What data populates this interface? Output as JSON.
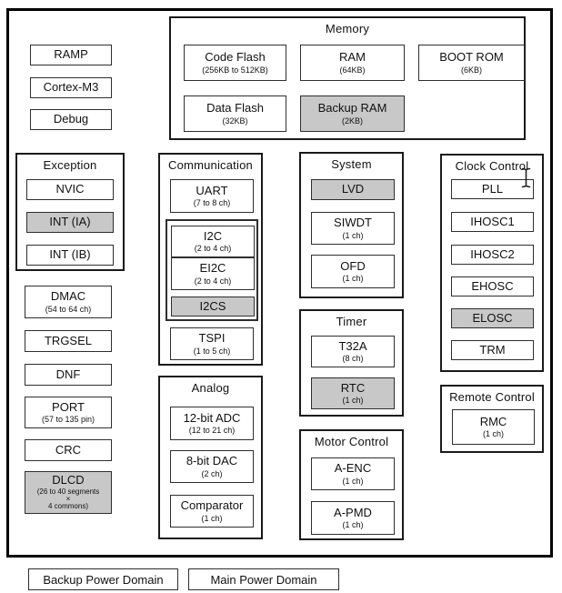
{
  "colors": {
    "shaded_fill": "#c8c8c8",
    "border": "#000000",
    "box_bg": "#ffffff"
  },
  "cpu": {
    "ramp": "RAMP",
    "cortex": "Cortex-M3",
    "debug": "Debug"
  },
  "memory": {
    "title": "Memory",
    "code_flash": {
      "label": "Code Flash",
      "sub": "(256KB to 512KB)"
    },
    "ram": {
      "label": "RAM",
      "sub": "(64KB)"
    },
    "boot_rom": {
      "label": "BOOT ROM",
      "sub": "(6KB)"
    },
    "data_flash": {
      "label": "Data Flash",
      "sub": "(32KB)"
    },
    "backup_ram": {
      "label": "Backup RAM",
      "sub": "(2KB)"
    }
  },
  "exception": {
    "title": "Exception",
    "nvic": {
      "label": "NVIC"
    },
    "int_ia": {
      "label": "INT (IA)"
    },
    "int_ib": {
      "label": "INT (IB)"
    }
  },
  "left_stack": {
    "dmac": {
      "label": "DMAC",
      "sub": "(54 to 64 ch)"
    },
    "trgsel": {
      "label": "TRGSEL"
    },
    "dnf": {
      "label": "DNF"
    },
    "port": {
      "label": "PORT",
      "sub": "(57 to 135 pin)"
    },
    "crc": {
      "label": "CRC"
    },
    "dlcd": {
      "label": "DLCD",
      "sub": "(26 to 40 segments\n×\n4 commons)"
    }
  },
  "communication": {
    "title": "Communication",
    "uart": {
      "label": "UART",
      "sub": "(7 to 8 ch)"
    },
    "i2c": {
      "label": "I2C",
      "sub": "(2 to 4 ch)"
    },
    "ei2c": {
      "label": "EI2C",
      "sub": "(2 to 4 ch)"
    },
    "i2cs": {
      "label": "I2CS"
    },
    "tspi": {
      "label": "TSPI",
      "sub": "(1 to 5 ch)"
    }
  },
  "analog": {
    "title": "Analog",
    "adc": {
      "label": "12-bit ADC",
      "sub": "(12 to 21 ch)"
    },
    "dac": {
      "label": "8-bit DAC",
      "sub": "(2 ch)"
    },
    "comparator": {
      "label": "Comparator",
      "sub": "(1 ch)"
    }
  },
  "system": {
    "title": "System",
    "lvd": {
      "label": "LVD"
    },
    "siwdt": {
      "label": "SIWDT",
      "sub": "(1 ch)"
    },
    "ofd": {
      "label": "OFD",
      "sub": "(1 ch)"
    }
  },
  "timer": {
    "title": "Timer",
    "t32a": {
      "label": "T32A",
      "sub": "(8 ch)"
    },
    "rtc": {
      "label": "RTC",
      "sub": "(1 ch)"
    }
  },
  "motor_control": {
    "title": "Motor Control",
    "a_enc": {
      "label": "A-ENC",
      "sub": "(1 ch)"
    },
    "a_pmd": {
      "label": "A-PMD",
      "sub": "(1 ch)"
    }
  },
  "clock_control": {
    "title": "Clock Control",
    "pll": {
      "label": "PLL"
    },
    "ihosc1": {
      "label": "IHOSC1"
    },
    "ihosc2": {
      "label": "IHOSC2"
    },
    "ehosc": {
      "label": "EHOSC"
    },
    "elosc": {
      "label": "ELOSC"
    },
    "trm": {
      "label": "TRM"
    }
  },
  "remote_control": {
    "title": "Remote Control",
    "rmc": {
      "label": "RMC",
      "sub": "(1 ch)"
    }
  },
  "legend": {
    "backup": "Backup Power Domain",
    "main": "Main Power Domain"
  },
  "icons": {
    "text_cursor": "i-beam-text-cursor"
  }
}
